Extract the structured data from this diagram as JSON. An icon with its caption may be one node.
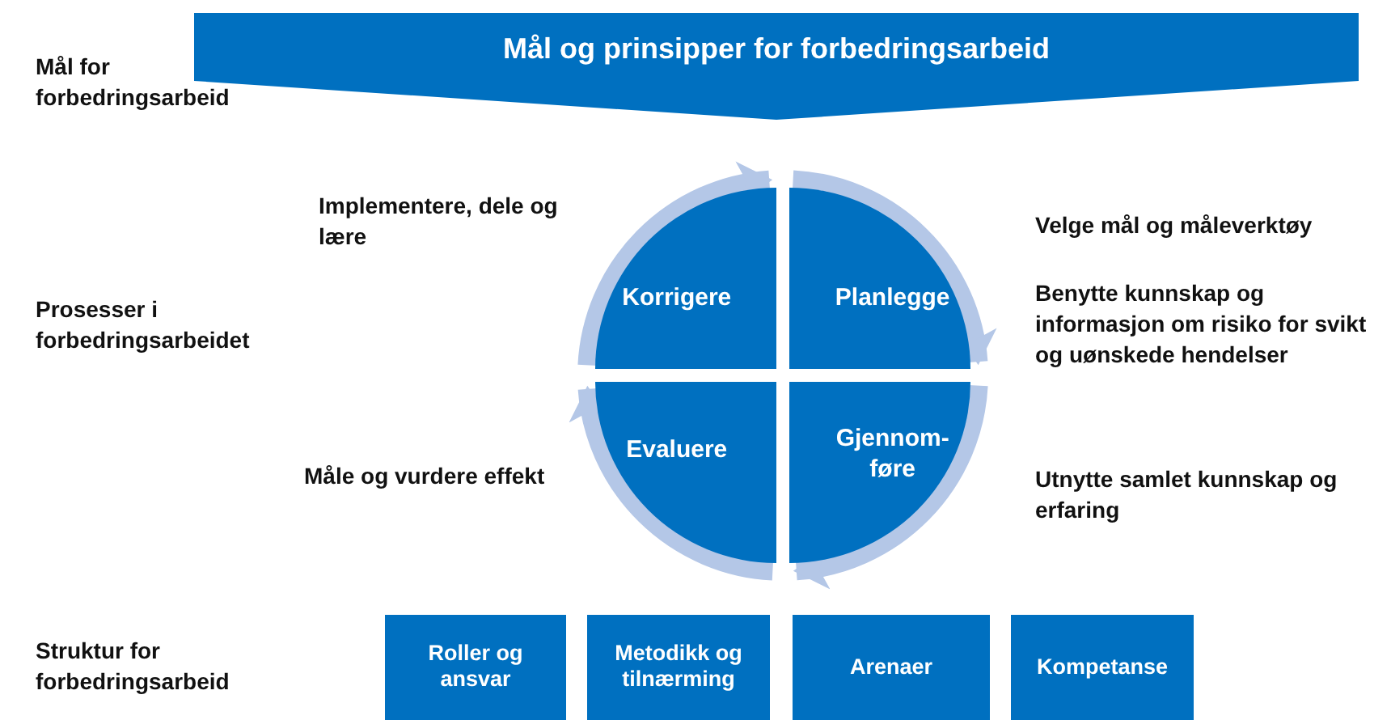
{
  "diagram": {
    "nodes": [
      {
        "text": [
          "Mål og prinsipper for forbedringsarbeid"
        ]
      },
      {
        "text": [
          "Korrigere"
        ]
      },
      {
        "text": [
          "Planlegge"
        ]
      },
      {
        "text": [
          "Evaluere"
        ]
      },
      {
        "text": [
          "Gjennom- føre"
        ]
      },
      {
        "text": [
          "Roller og ansvar"
        ]
      },
      {
        "text": [
          "Metodikk og tilnærming"
        ]
      },
      {
        "text": [
          "Arenaer"
        ]
      },
      {
        "text": [
          "Kompetanse"
        ]
      }
    ],
    "edges": [
      {
        "from": 1,
        "to": 2,
        "arrow": "to"
      },
      {
        "from": 2,
        "to": 4,
        "arrow": "to"
      },
      {
        "from": 4,
        "to": 3,
        "arrow": "to"
      },
      {
        "from": 3,
        "to": 1,
        "arrow": "to"
      }
    ],
    "labels": [
      "Mål for forbedringsarbeid",
      "Implementere, dele og lære",
      "Velge mål og måleverktøy",
      "Prosesser i forbedringsarbeidet",
      "Benytte kunnskap og informasjon om risiko for svikt og uønskede hendelser",
      "Måle og vurdere effekt",
      "Utnytte samlet kunnskap og erfaring",
      "Struktur for forbedringsarbeid"
    ]
  }
}
